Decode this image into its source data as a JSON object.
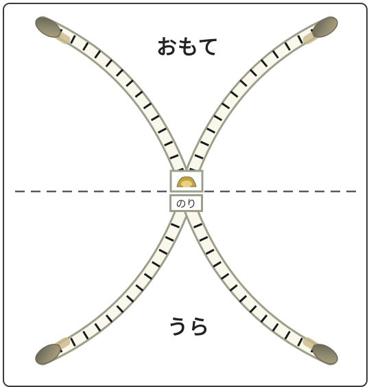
{
  "labels": {
    "front": "おもて",
    "back": "うら",
    "glue": "のり"
  },
  "colors": {
    "frame": "#3a3a3a",
    "strip_fill": "#faf7ec",
    "strip_edge": "#9aa08a",
    "tick": "#1a1a1a",
    "fold_line": "#555a66",
    "tip": "#7a7660"
  }
}
